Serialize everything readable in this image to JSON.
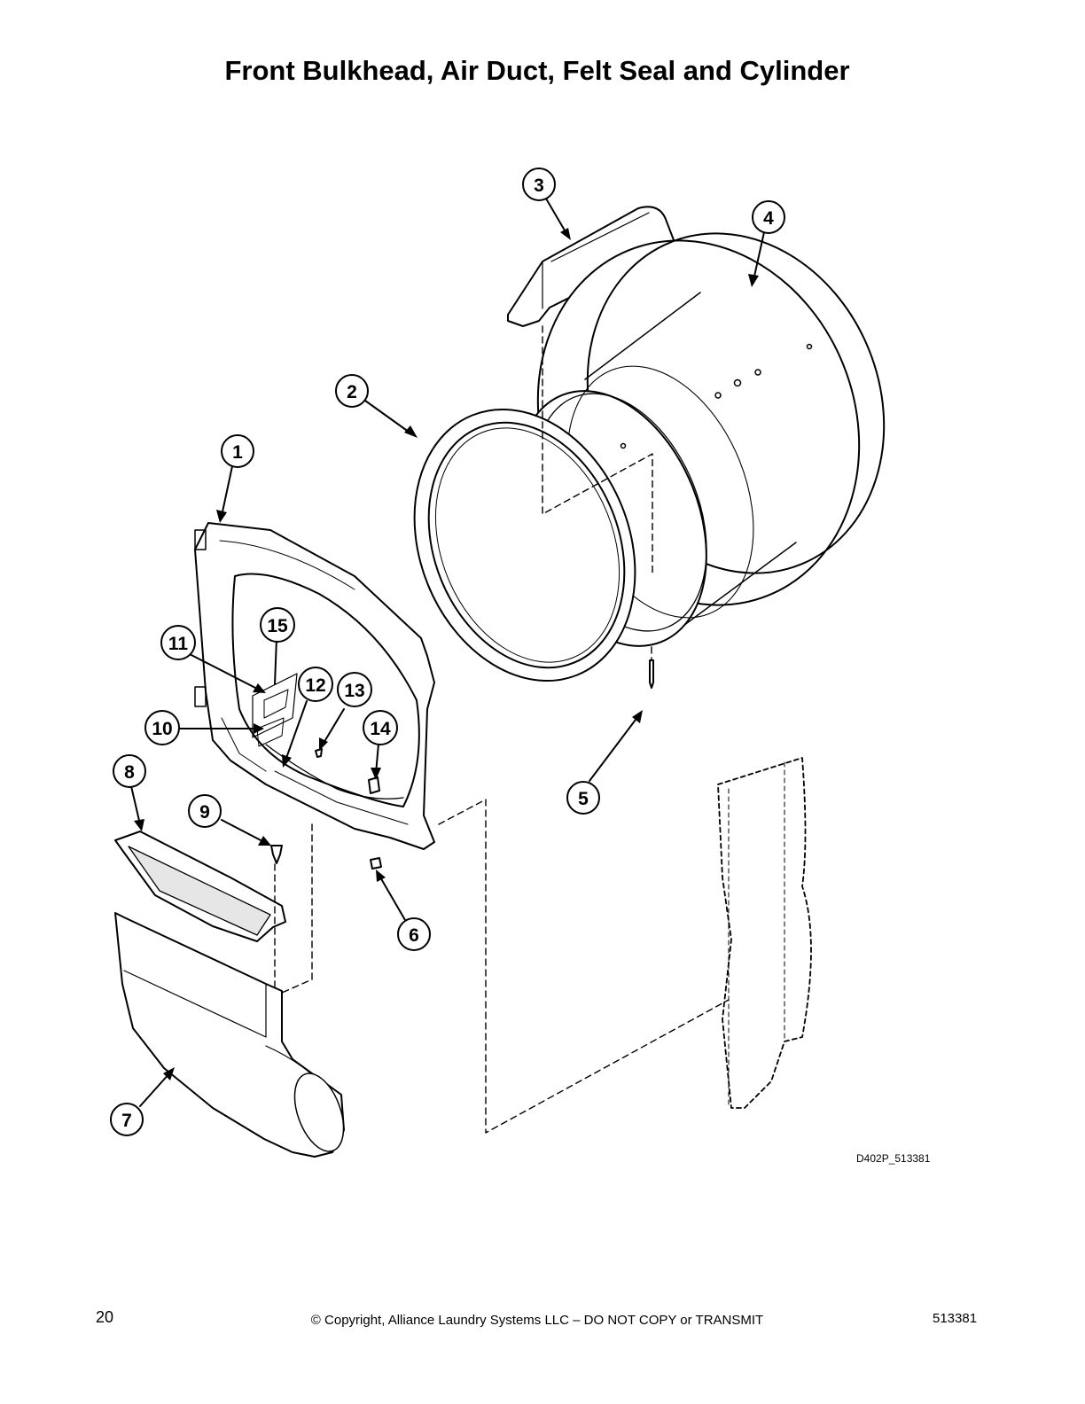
{
  "page": {
    "title": "Front Bulkhead, Air Duct, Felt Seal and Cylinder",
    "drawing_id": "D402P_513381",
    "page_number": "20",
    "copyright": "© Copyright, Alliance Laundry Systems LLC – DO NOT COPY or TRANSMIT",
    "doc_number": "513381"
  },
  "callouts": [
    "1",
    "2",
    "3",
    "4",
    "5",
    "6",
    "7",
    "8",
    "9",
    "10",
    "11",
    "12",
    "13",
    "14",
    "15"
  ]
}
